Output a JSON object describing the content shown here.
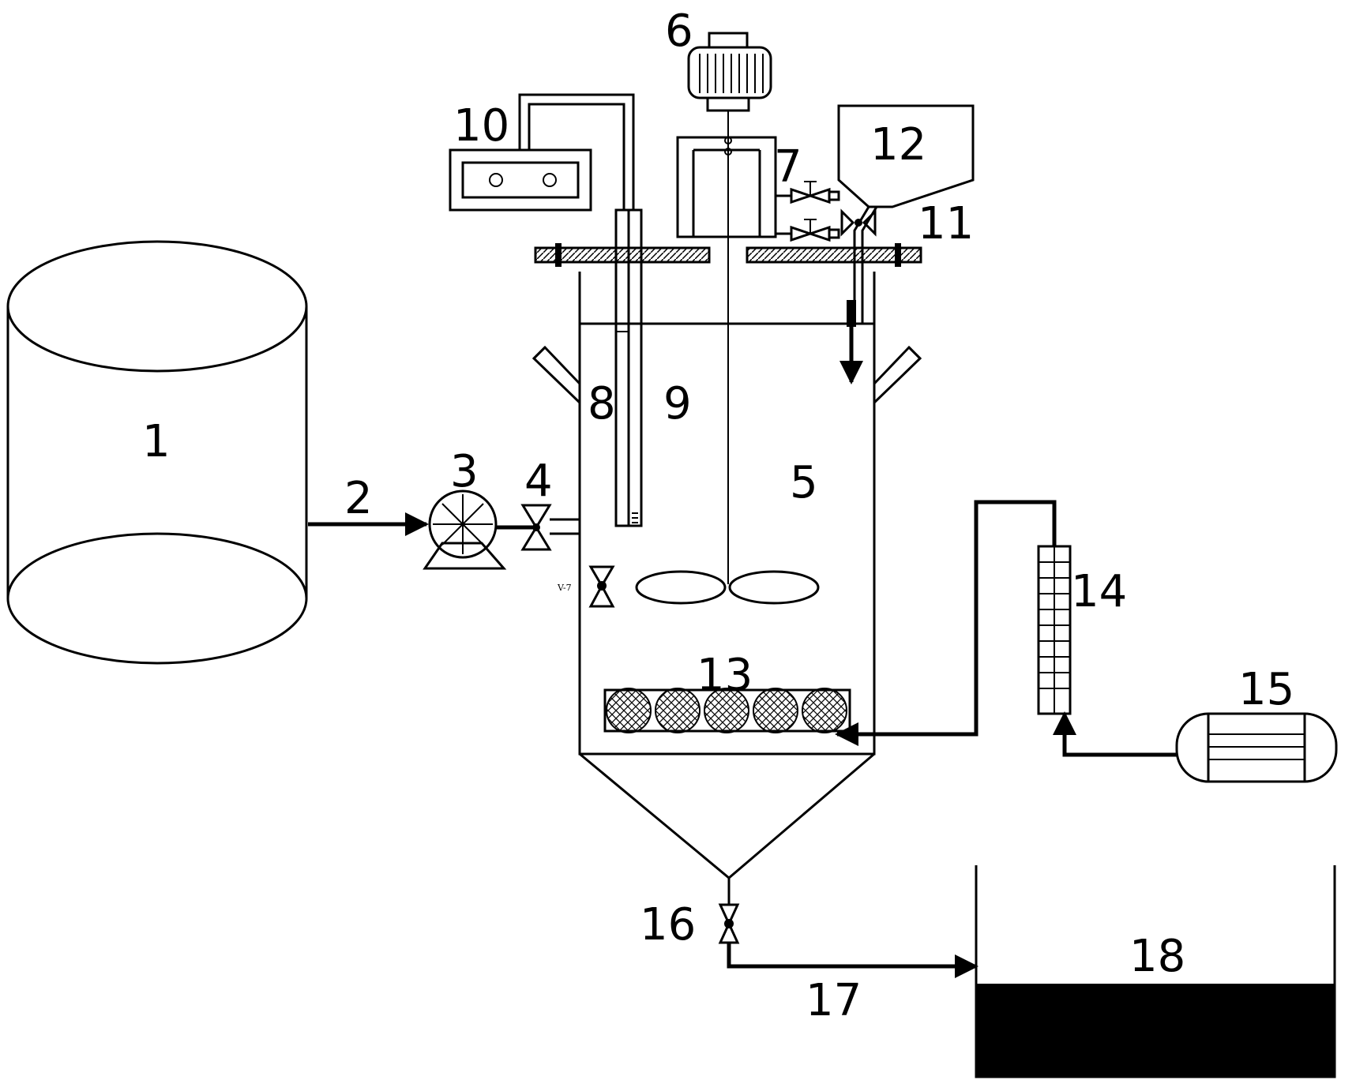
{
  "diagram": {
    "labels": [
      "1",
      "2",
      "3",
      "4",
      "5",
      "6",
      "7",
      "8",
      "9",
      "10",
      "11",
      "12",
      "13",
      "14",
      "15",
      "16",
      "17",
      "18"
    ],
    "valve_tag": "V-7"
  },
  "colors": {
    "line": "#000000",
    "fill": "#ffffff",
    "liquid": "#000000"
  }
}
